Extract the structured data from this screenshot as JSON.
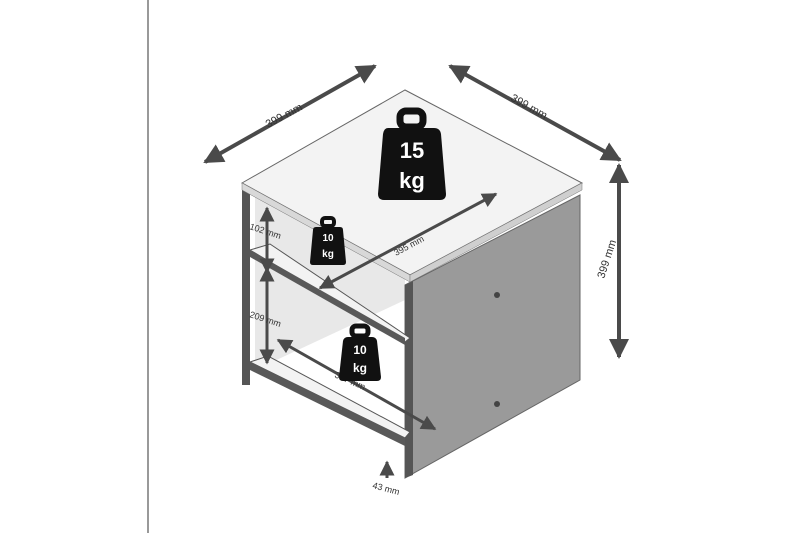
{
  "colors": {
    "background": "#ffffff",
    "panel_dark": "#595959",
    "panel_side": "#9a9a9a",
    "panel_light": "#f3f3f3",
    "arrow": "#4a4a4a",
    "weight_icon": "#111111"
  },
  "dimensions": {
    "top_width": "399 mm",
    "top_depth": "399 mm",
    "height": "399 mm",
    "inner_depth": "395 mm",
    "upper_gap": "102 mm",
    "lower_gap": "209 mm",
    "inner_width": "367 mm",
    "base_clearance": "43 mm"
  },
  "loads": {
    "top_value": "15",
    "top_unit": "kg",
    "upper_shelf_value": "10",
    "upper_shelf_unit": "kg",
    "lower_shelf_value": "10",
    "lower_shelf_unit": "kg"
  }
}
